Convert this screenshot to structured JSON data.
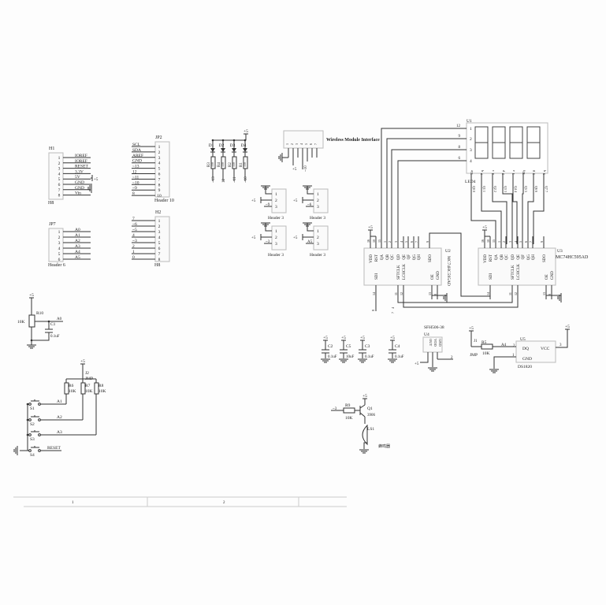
{
  "h1": {
    "ref": "H1",
    "foot": "H8",
    "pins": [
      "1",
      "2",
      "3",
      "4",
      "5",
      "6",
      "7",
      "8"
    ],
    "nets": [
      "IOREF",
      "IOREF",
      "RESET",
      "3.3V",
      "5V",
      "GND",
      "GND",
      "Vin"
    ],
    "pwr": "+5"
  },
  "jp2": {
    "ref": "JP2",
    "foot": "Header 10",
    "pins": [
      "1",
      "2",
      "3",
      "4",
      "5",
      "6",
      "7",
      "8",
      "9",
      "10"
    ],
    "nets": [
      "SCL",
      "SDA",
      "AREF",
      "GND",
      "~13",
      "12",
      "~11",
      "~10",
      "~9",
      "8"
    ]
  },
  "jp7": {
    "ref": "JP7",
    "foot": "Header 6",
    "pins": [
      "1",
      "2",
      "3",
      "4",
      "5",
      "6"
    ],
    "nets": [
      "A0",
      "A1",
      "A2",
      "A3",
      "A4",
      "A5"
    ]
  },
  "h2": {
    "ref": "H2",
    "foot": "H8",
    "pins": [
      "1",
      "2",
      "3",
      "4",
      "5",
      "6",
      "7",
      "8"
    ],
    "nets": [
      "7",
      "~6",
      "~5",
      "4",
      "~3",
      "2",
      "1",
      "0"
    ]
  },
  "leds": {
    "pwr": "+5",
    "diodes": [
      "D1",
      "D2",
      "D3",
      "D4"
    ],
    "resistors": [
      "R3",
      "R4",
      "R2",
      "R1"
    ],
    "values": [
      "330",
      "330",
      "330",
      "330"
    ],
    "nets": [
      "~13",
      "12",
      "~11",
      "~10"
    ]
  },
  "wireless": {
    "title": "Wireless Module Interface",
    "pins": [
      "1",
      "2",
      "3",
      "4",
      "5",
      "6",
      "7"
    ],
    "pwr": "+5",
    "net": "~10"
  },
  "header3": {
    "foot": "Header 3",
    "pins": [
      "1",
      "2",
      "3"
    ],
    "pwr": "+5",
    "nets": [
      "~9",
      "~6",
      "~3",
      "A5"
    ]
  },
  "led4": {
    "ref": "U1",
    "name": "LED4",
    "digit_pins": [
      "1",
      "2",
      "3",
      "4"
    ],
    "digit_nets": [
      "12",
      "9",
      "8",
      "6"
    ],
    "segments": [
      "a",
      "b",
      "c",
      "d",
      "e",
      "f",
      "g",
      "h"
    ],
    "segment_pins": [
      "11",
      "7",
      "4",
      "2",
      "1",
      "10",
      "5",
      "3"
    ],
    "q_labels": [
      "Q0 0",
      "Q1 1",
      "Q2 2",
      "Q3 3",
      "Q4 4",
      "Q5 5",
      "Q6 6",
      "Q7 7"
    ]
  },
  "u2": {
    "ref": "U2",
    "part": "MC74HC595AD",
    "top_pins": [
      "VDD",
      "RST",
      "QA",
      "QB",
      "QC",
      "QD",
      "QE",
      "QF",
      "QG",
      "QH",
      "SDO"
    ],
    "top_nums": [
      "16",
      "10",
      "15",
      "1",
      "2",
      "3",
      "4",
      "5",
      "6",
      "7",
      "9"
    ],
    "bottom_pins": [
      "SDI",
      "SFTCLK",
      "LCHCLK",
      "OE",
      "GND"
    ],
    "bottom_nums": [
      "14",
      "11",
      "12",
      "13",
      "8"
    ],
    "pwr": "+5",
    "nets": [
      "8",
      "4",
      "7"
    ]
  },
  "u3": {
    "ref": "U3",
    "part": "MC74HC595AD",
    "top_pins": [
      "VDD",
      "RST",
      "QA",
      "QB",
      "QC",
      "QD",
      "QE",
      "QF",
      "QG",
      "QH",
      "SDO"
    ],
    "top_nums": [
      "16",
      "10",
      "15",
      "1",
      "2",
      "3",
      "4",
      "5",
      "6",
      "7",
      "9"
    ],
    "bottom_pins": [
      "SDI",
      "SFTCLK",
      "LCHCLK",
      "OE",
      "GND"
    ],
    "bottom_nums": [
      "14",
      "11",
      "12",
      "13",
      "8"
    ],
    "pwr": "+5"
  },
  "pot": {
    "pwr": "+5",
    "ref": "R10",
    "value": "10K",
    "cap": "C1",
    "cap_value": "0.1uF",
    "net": "A0"
  },
  "switches": {
    "pwr": "+5",
    "jumper": "J2",
    "jumper_name": "JMP",
    "refs": [
      "S1",
      "S2",
      "S3",
      "S4"
    ],
    "resistors": [
      "R6",
      "R7",
      "R8"
    ],
    "values": [
      "10K",
      "10K",
      "10K"
    ],
    "nets": [
      "A1",
      "A2",
      "A3",
      "RESET"
    ]
  },
  "caps": {
    "pwr": "+5",
    "items": [
      {
        "ref": "C2",
        "value": "0.1uF"
      },
      {
        "ref": "C5",
        "value": "10uF"
      },
      {
        "ref": "C3",
        "value": "0.1uF"
      },
      {
        "ref": "C4",
        "value": "0.1uF"
      }
    ]
  },
  "ir": {
    "part": "SFH506-38",
    "ref": "U4",
    "pins": [
      "OUT",
      "VDD",
      "GND"
    ],
    "pwr": "+5",
    "net": "2"
  },
  "temp": {
    "ref": "U5",
    "part": "DS1820",
    "pins": [
      "DQ",
      "VCC",
      "GND"
    ],
    "nums": [
      "2",
      "3",
      "1"
    ],
    "jumper": "J1",
    "jumper_name": "JMP",
    "res": "R5",
    "res_value": "10K",
    "net": "A4",
    "pwr": "+5"
  },
  "buzzer": {
    "pwr": "+5",
    "ref": "Q1",
    "part": "3906",
    "res": "R9",
    "res_value": "10K",
    "net": "~3",
    "spk": "LS1",
    "spk_name": "蜂鸣器"
  },
  "border": {
    "zones": [
      "1",
      "2"
    ]
  },
  "colors": {
    "wire": "#333333",
    "box": "#999999",
    "text": "#222222"
  }
}
